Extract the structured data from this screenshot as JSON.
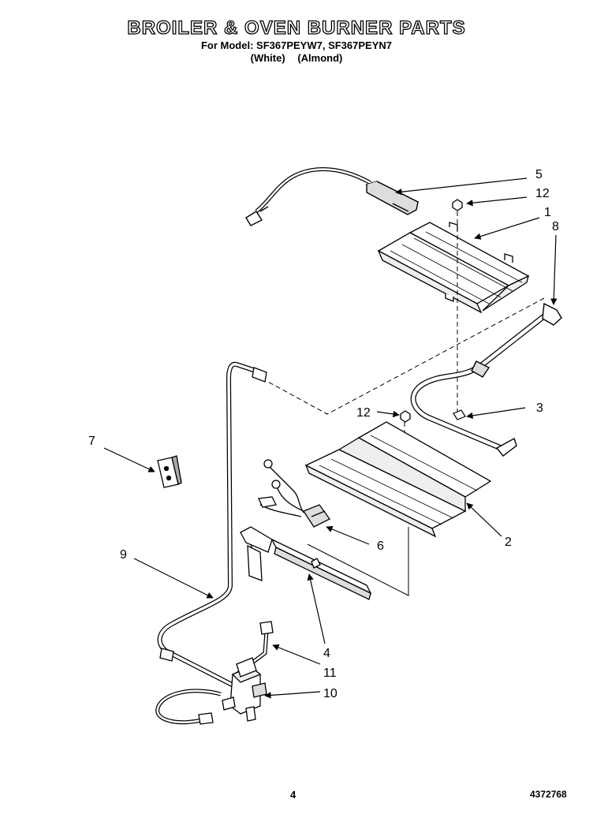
{
  "header": {
    "title": "BROILER & OVEN BURNER PARTS",
    "model_line": "For Model: SF367PEYW7, SF367PEYN7",
    "color_white": "(White)",
    "color_almond": "(Almond)"
  },
  "callouts": {
    "c1": "1",
    "c2": "2",
    "c3": "3",
    "c4": "4",
    "c5": "5",
    "c6": "6",
    "c7": "7",
    "c8": "8",
    "c9": "9",
    "c10": "10",
    "c11": "11",
    "c12a": "12",
    "c12b": "12"
  },
  "footer": {
    "page_number": "4",
    "doc_number": "4372768"
  }
}
